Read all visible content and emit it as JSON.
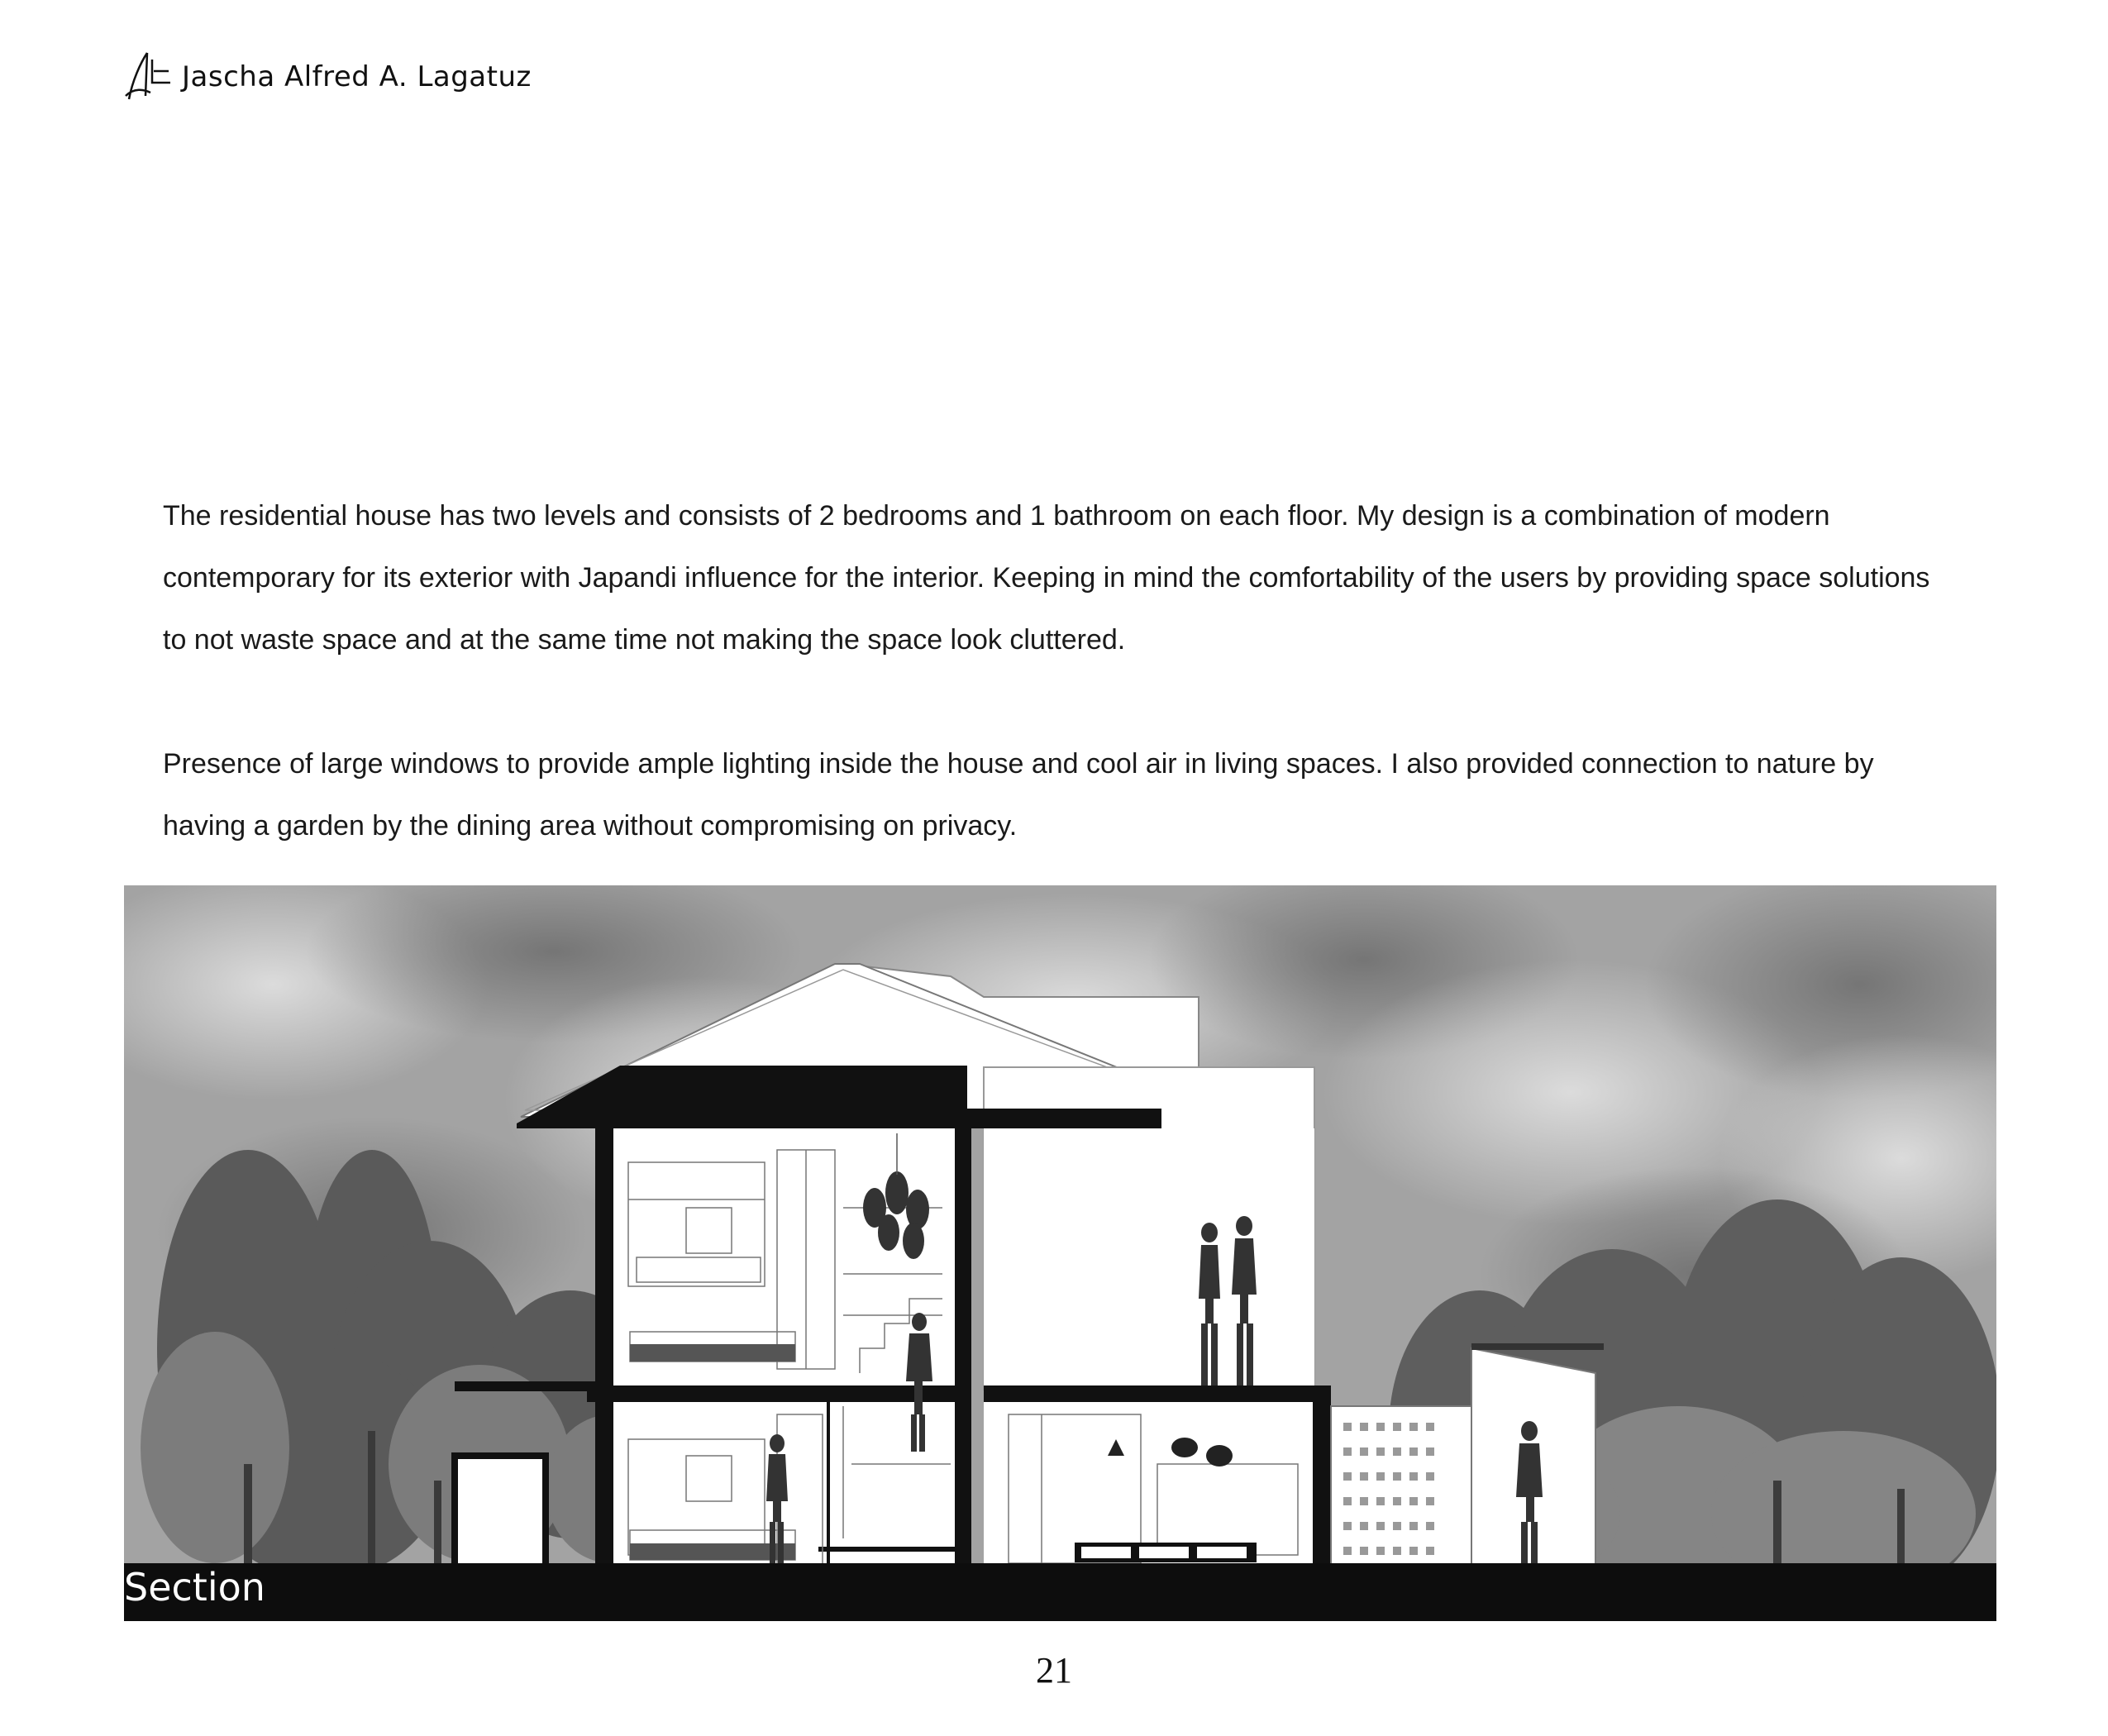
{
  "header": {
    "author_name": "Jascha Alfred A. Lagatuz",
    "logo_icon": "monogram-logo"
  },
  "paragraphs": [
    "The residential house has two levels and consists of 2 bedrooms and 1 bathroom on each floor. My design is a combination of modern contemporary for its exterior with Japandi influence for the interior. Keeping in mind the comfortability of the users by providing space solutions to not waste space and at the same time not making the space look cluttered.",
    "Presence of large windows to provide ample lighting inside the house and cool air in living spaces. I also provided connection to nature by having a garden by the  dining area without compromising on privacy."
  ],
  "figure": {
    "caption": "Section"
  },
  "page_number": "21"
}
